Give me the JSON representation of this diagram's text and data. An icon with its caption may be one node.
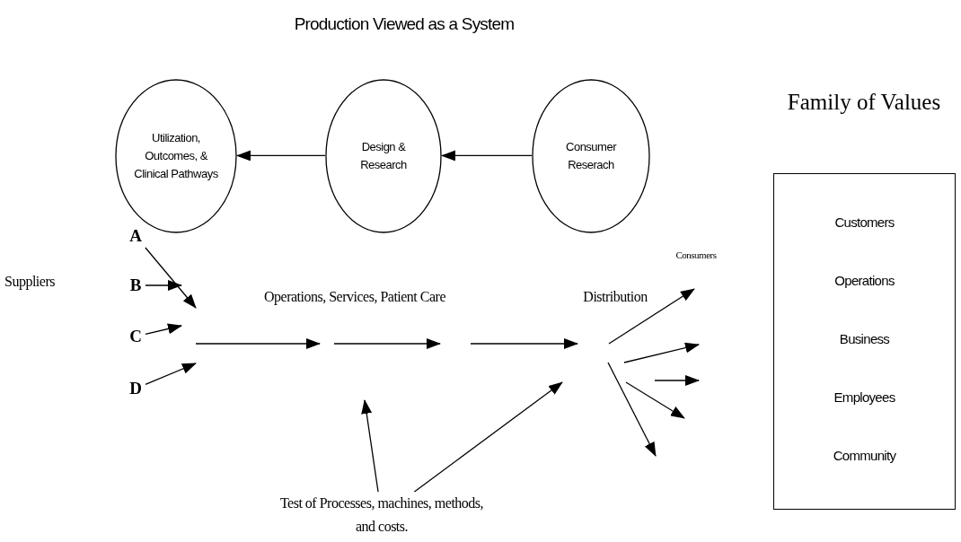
{
  "diagram": {
    "title": "Production Viewed as a System",
    "nodes": [
      {
        "text": [
          "Utilization, Outcomes, & Clinical Pathways"
        ]
      },
      {
        "text": [
          "Design & Research"
        ]
      },
      {
        "text": [
          "Consumer Reserach"
        ]
      },
      {
        "text": [
          "Family of Values",
          "Customers",
          "Operations",
          "Business",
          "Employees",
          "Community"
        ]
      },
      {
        "text": [
          "A"
        ]
      },
      {
        "text": [
          "B"
        ]
      },
      {
        "text": [
          "C"
        ]
      },
      {
        "text": [
          "D"
        ]
      },
      {
        "text": [
          "Test of Processes, machines, methods, and costs."
        ]
      }
    ],
    "edges": [
      {
        "from": 2,
        "to": 1,
        "arrow": "to"
      },
      {
        "from": 1,
        "to": 0,
        "arrow": "to"
      },
      {
        "from": 4,
        "to": null,
        "arrow": "to"
      },
      {
        "from": 5,
        "to": null,
        "arrow": "to"
      },
      {
        "from": 6,
        "to": null,
        "arrow": "to"
      },
      {
        "from": 7,
        "to": null,
        "arrow": "to"
      },
      {
        "from": 8,
        "to": null,
        "arrow": "to"
      },
      {
        "from": 8,
        "to": null,
        "arrow": "to"
      }
    ],
    "labels": [
      "Suppliers",
      "Operations, Services, Patient Care",
      "Distribution",
      "Consumers"
    ]
  }
}
